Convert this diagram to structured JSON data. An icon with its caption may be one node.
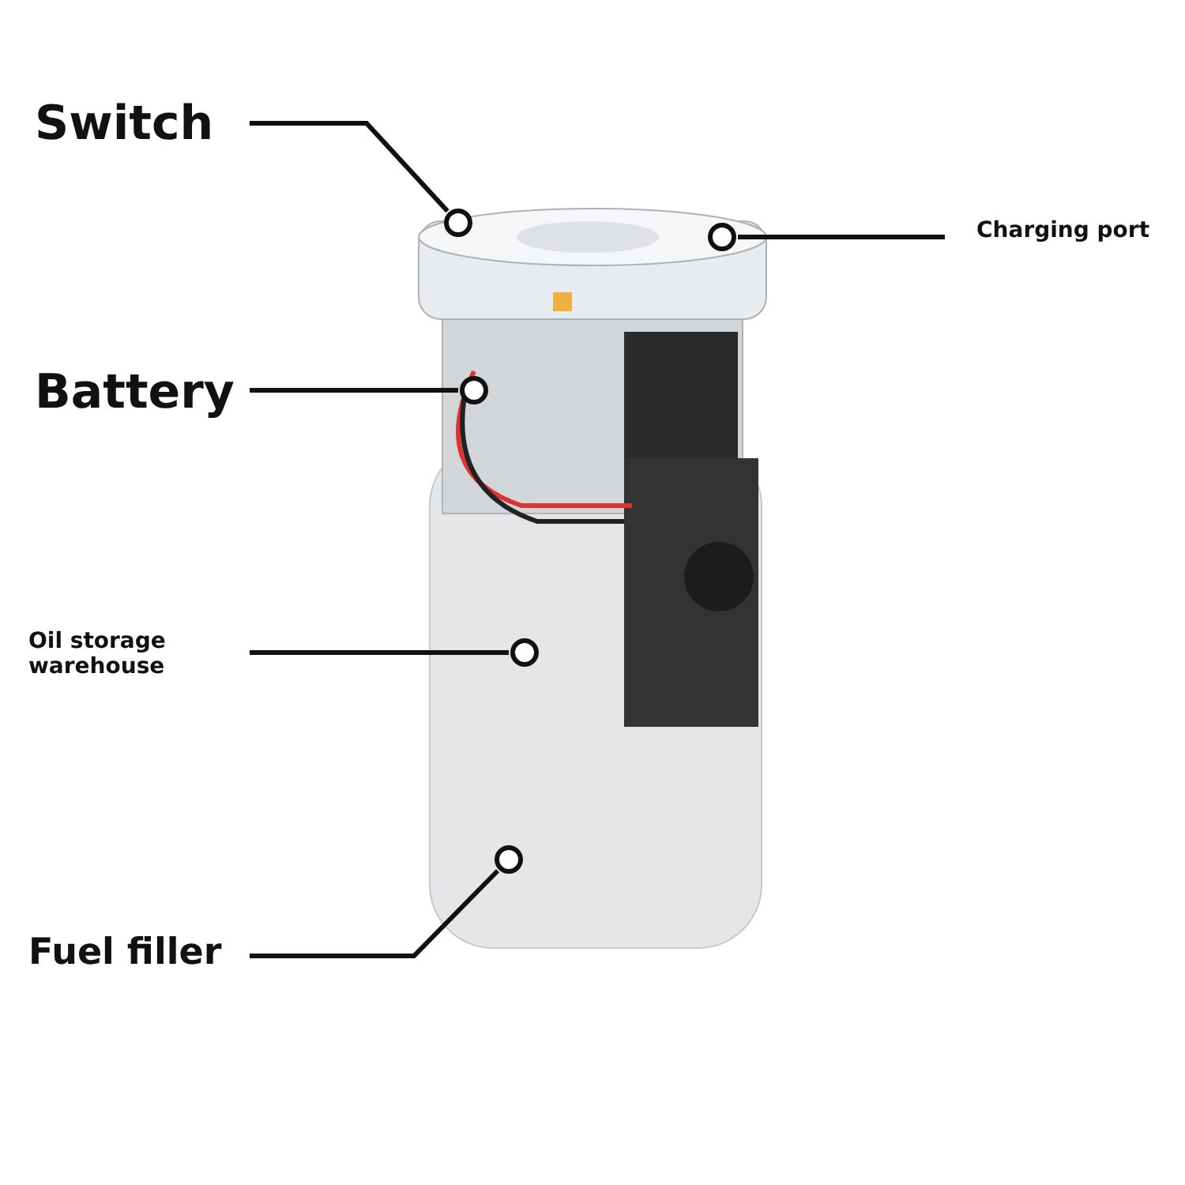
{
  "diagram": {
    "nodes": [
      {
        "text": [
          "Switch"
        ]
      },
      {
        "text": [
          "Charging port"
        ]
      },
      {
        "text": [
          "Battery"
        ]
      },
      {
        "text": [
          "Oil storage warehouse"
        ]
      },
      {
        "text": [
          "Fuel filler"
        ]
      },
      {
        "text": [],
        "shape": "circle"
      },
      {
        "text": [],
        "shape": "circle"
      },
      {
        "text": [],
        "shape": "circle"
      },
      {
        "text": [],
        "shape": "circle"
      },
      {
        "text": [],
        "shape": "circle"
      }
    ],
    "edges": [
      {
        "from": 0,
        "to": 5,
        "arrow": "none"
      },
      {
        "from": 1,
        "to": 6,
        "arrow": "none"
      },
      {
        "from": 2,
        "to": 7,
        "arrow": "none"
      },
      {
        "from": 3,
        "to": 8,
        "arrow": "none"
      },
      {
        "from": 4,
        "to": 9,
        "arrow": "none"
      }
    ]
  }
}
